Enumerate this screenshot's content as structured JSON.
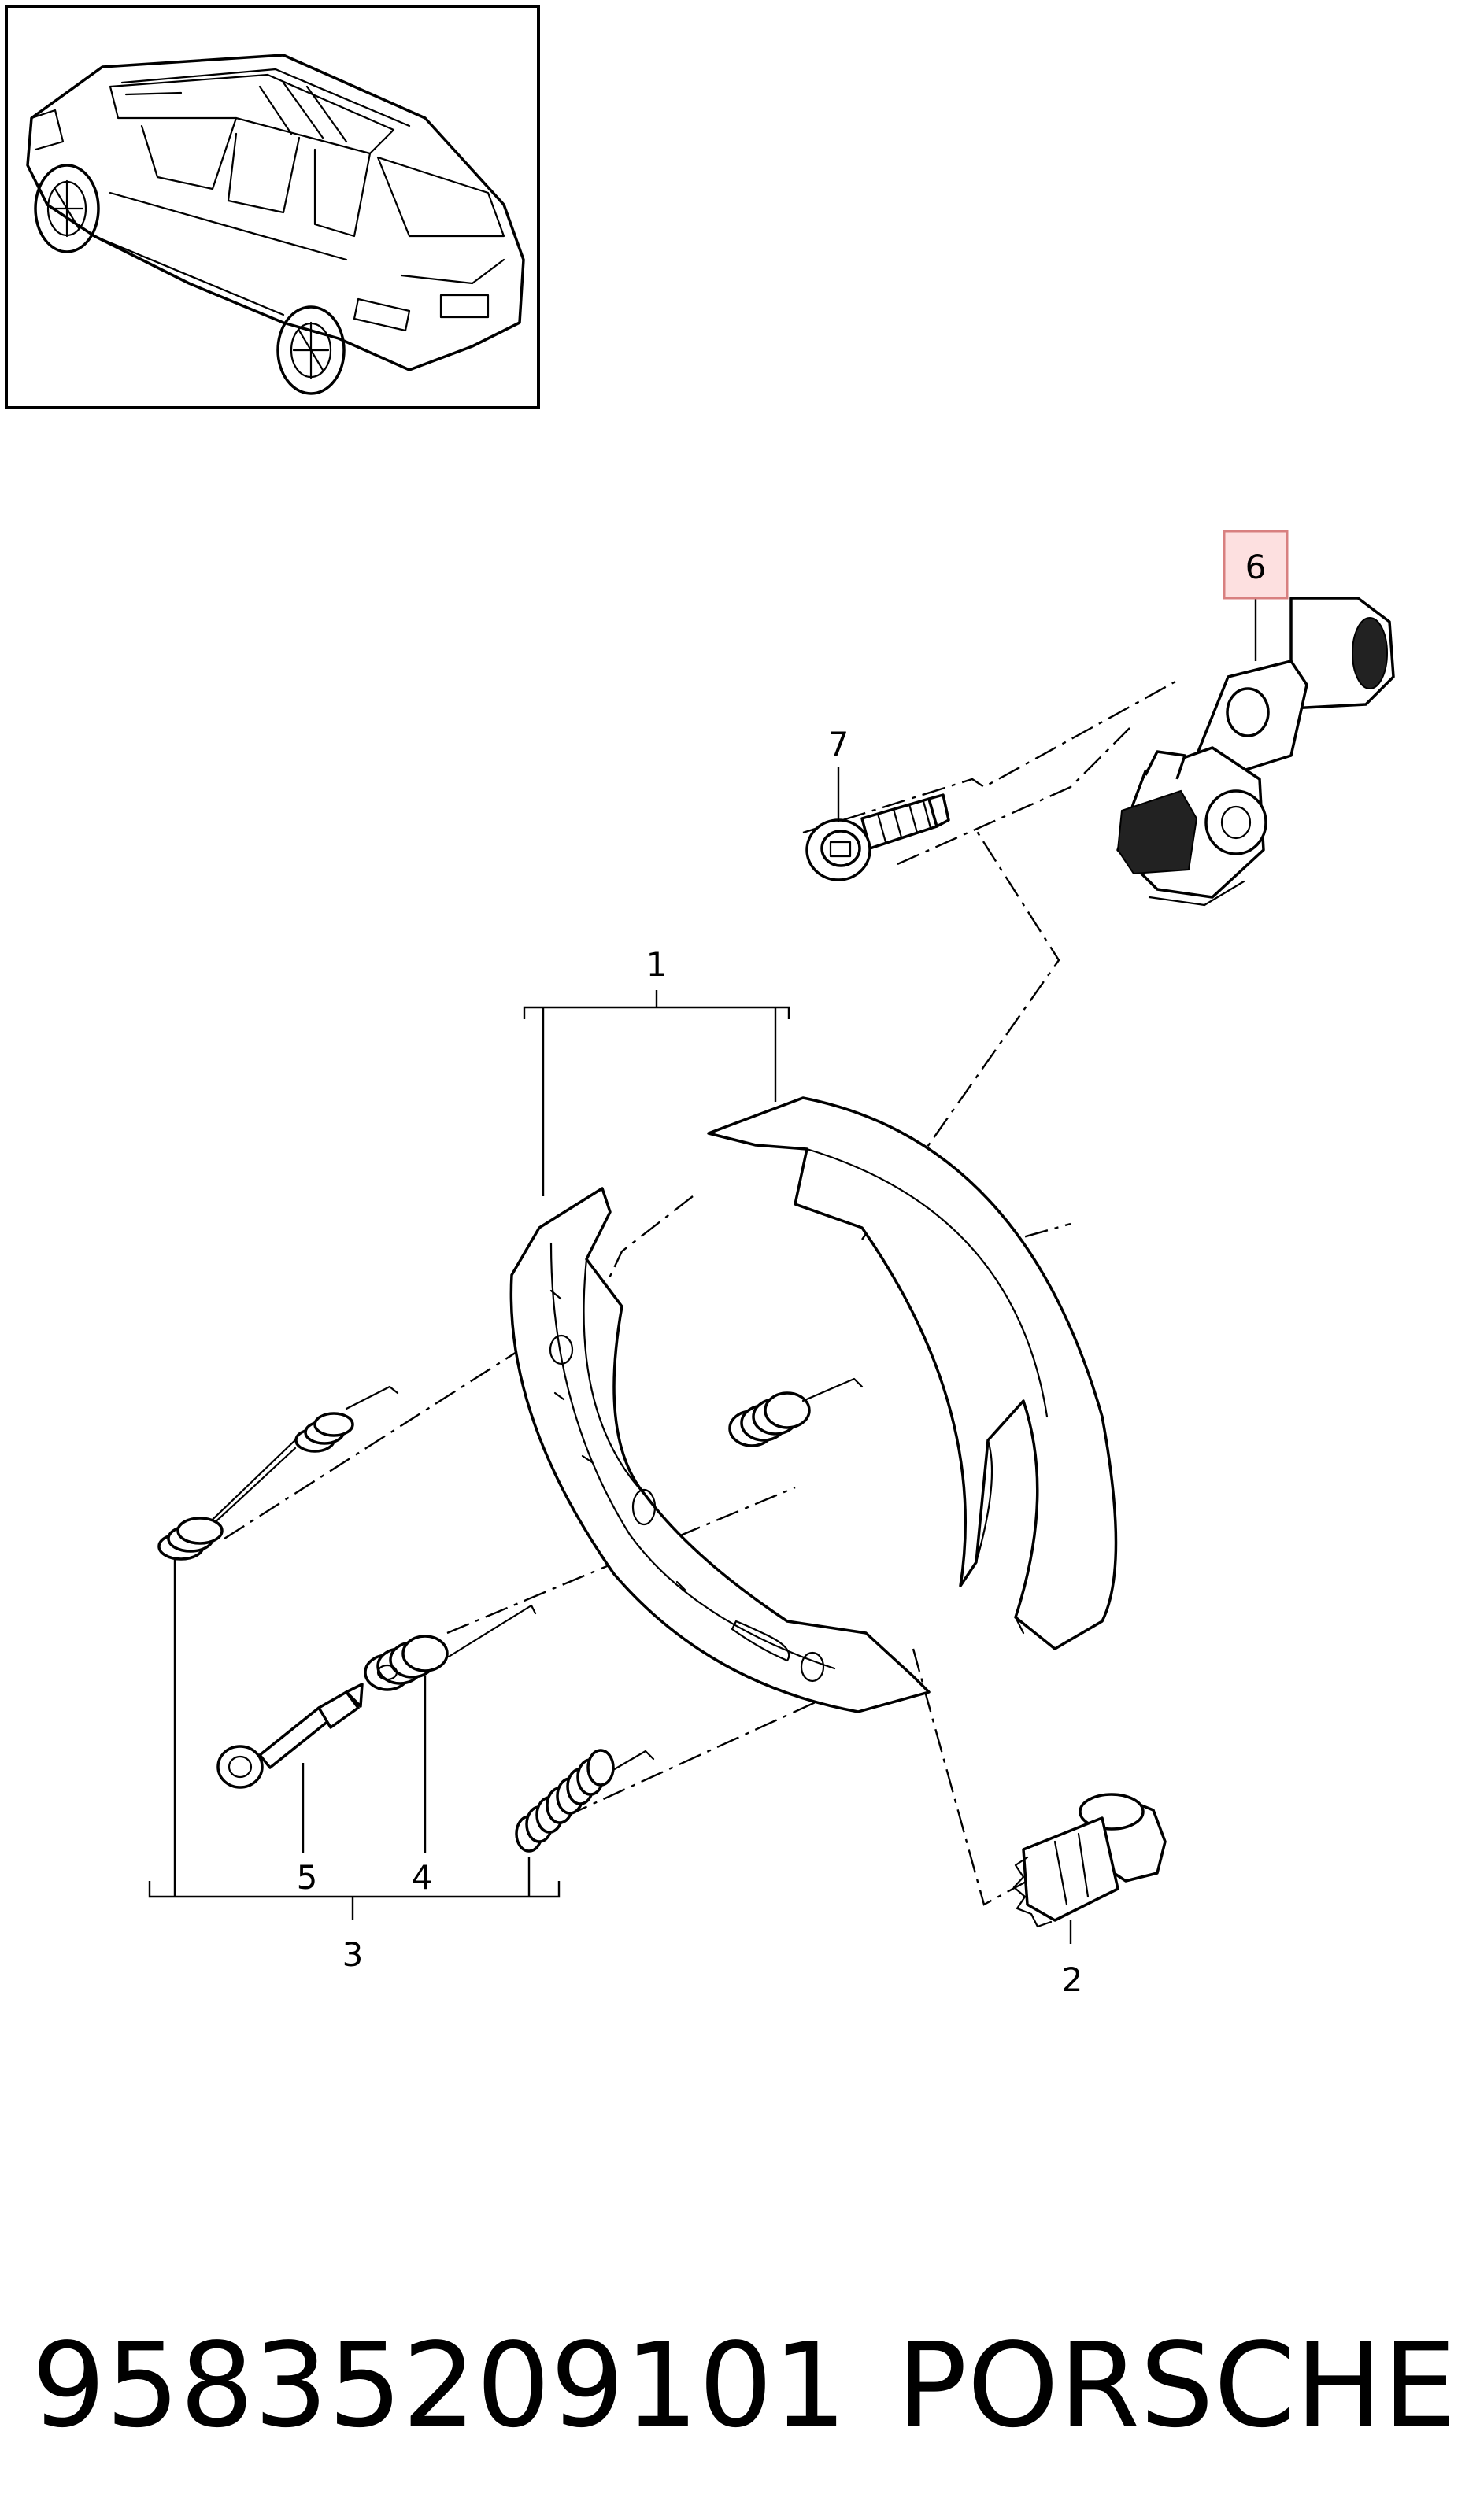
{
  "callouts": {
    "c1": "1",
    "c2": "2",
    "c3": "3",
    "c4": "4",
    "c5": "5",
    "c6": "6",
    "c7": "7"
  },
  "highlight": {
    "callout": "6",
    "fill": "#fde0e0",
    "stroke": "#d88080"
  },
  "footer": {
    "part_number": "95835209101",
    "brand": "PORSCHE"
  }
}
